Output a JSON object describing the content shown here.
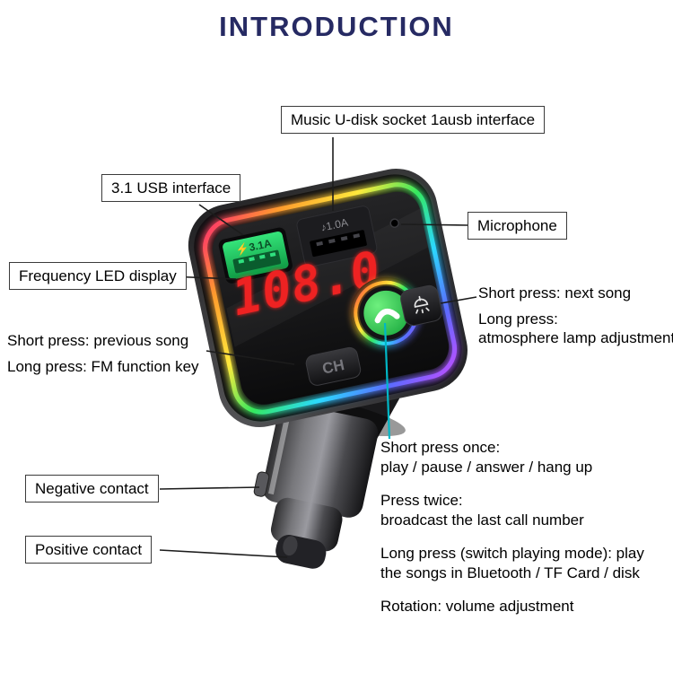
{
  "title": "INTRODUCTION",
  "device": {
    "display": "108.0",
    "usb_fast_label": "⚡3.1A",
    "usb_music_label": "♪1.0A",
    "ch_button": "CH"
  },
  "callouts": {
    "music_udisk": "Music U-disk socket 1ausb interface",
    "usb31": "3.1 USB interface",
    "microphone": "Microphone",
    "frequency_display": "Frequency LED display",
    "negative_contact": "Negative contact",
    "positive_contact": "Positive contact",
    "lamp_button": {
      "line1": "Short press: next song",
      "line2": "Long press:",
      "line3": "atmosphere lamp adjustment"
    },
    "ch_key": {
      "line1": "Short press: previous song",
      "line2": "Long press: FM function key"
    },
    "knob": {
      "p1_line1": "Short press once:",
      "p1_line2": "play / pause / answer / hang up",
      "p2_line1": "Press twice:",
      "p2_line2": "broadcast the last call number",
      "p3_line1": "Long press (switch playing mode): play",
      "p3_line2": "the songs in Bluetooth / TF Card / disk",
      "p4_line1": "Rotation: volume adjustment"
    }
  },
  "colors": {
    "title": "#262a63",
    "display_red": "#ee2020",
    "knob_green": "#22c24e",
    "usb_green": "#17b955",
    "knob_line_teal": "#00b7c6",
    "label_border": "#3b3b3b"
  }
}
